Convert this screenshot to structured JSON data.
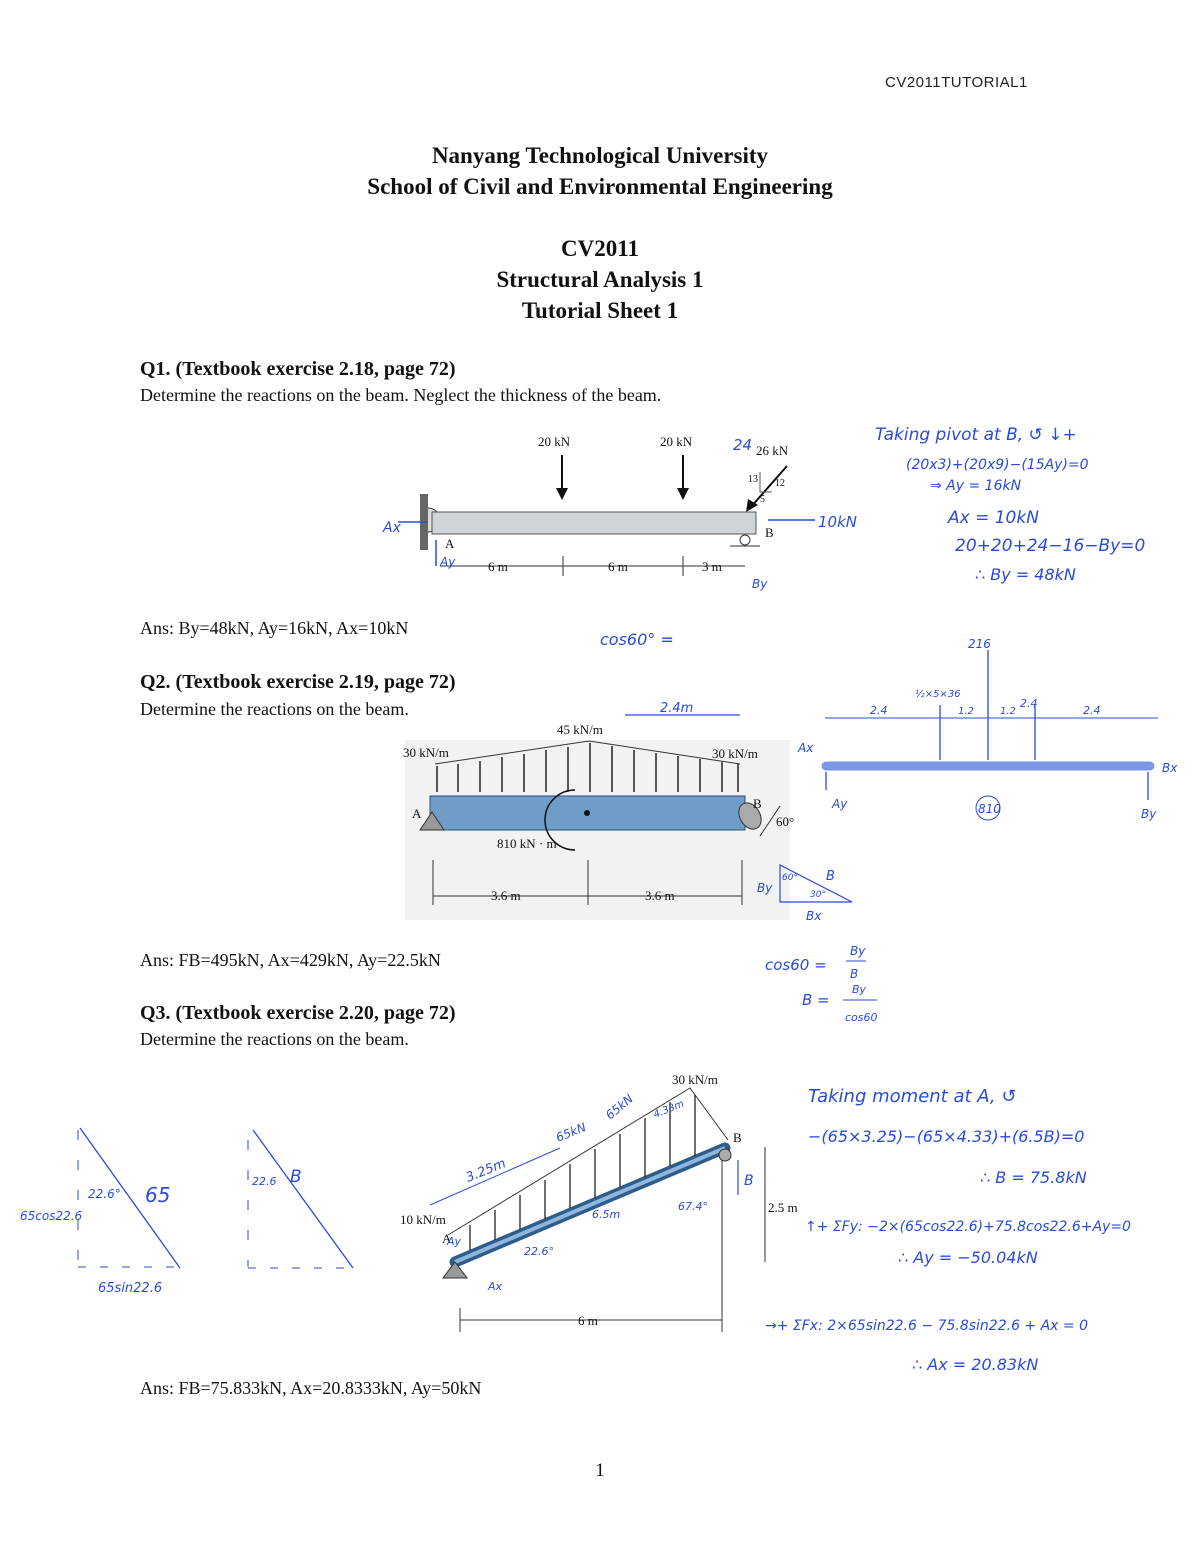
{
  "header": {
    "code": "CV2011TUTORIAL1"
  },
  "title": {
    "university": "Nanyang Technological University",
    "school": "School of Civil and Environmental Engineering",
    "course_code": "CV2011",
    "course_name": "Structural Analysis 1",
    "sheet": "Tutorial Sheet 1"
  },
  "questions": [
    {
      "heading": "Q1. (Textbook exercise 2.18, page 72)",
      "prompt": "Determine the reactions on the beam. Neglect the thickness of the beam.",
      "answer": "Ans: By=48kN, Ay=16kN, Ax=10kN",
      "figure": {
        "load1": "20 kN",
        "load2": "20 kN",
        "load3": "26 kN",
        "slope_13": "13",
        "slope_12": "12",
        "slope_5": "5",
        "label_a": "A",
        "label_b": "B",
        "dim1": "6 m",
        "dim2": "6 m",
        "dim3": "3 m"
      },
      "notes": {
        "ax_arrow": "Ax",
        "ay_arrow": "Ay",
        "by_arrow": "By",
        "force_10kn": "10kN",
        "num_24": "24",
        "line1": "Taking pivot at B, ↺ ↓+",
        "line2": "(20x3)+(20x9)−(15Ay)=0",
        "line3": "⇒ Ay = 16kN",
        "line4": "Ax = 10kN",
        "line5": "20+20+24−16−By=0",
        "line6": "∴ By = 48kN",
        "cos_note": "cos60° ="
      }
    },
    {
      "heading": "Q2. (Textbook exercise 2.19, page 72)",
      "prompt": "Determine the reactions on the beam.",
      "answer": "Ans: FB=495kN, Ax=429kN, Ay=22.5kN",
      "figure": {
        "w_left": "30 kN/m",
        "w_mid": "45 kN/m",
        "w_right": "30 kN/m",
        "moment": "810 kN · m",
        "angle": "60°",
        "label_a": "A",
        "label_b": "B",
        "dim1": "3.6 m",
        "dim2": "3.6 m",
        "span_note": "2.4m"
      },
      "notes": {
        "fbd_216": "216",
        "fbd_tri": "½×5×36",
        "d1": "2.4",
        "d2": "1.2",
        "d3": "1.2",
        "d4": "2.4",
        "d5": "2.4",
        "ax": "Ax",
        "ay": "Ay",
        "bx": "Bx",
        "by": "By",
        "moment": "810",
        "tri_b": "B",
        "tri_by": "By",
        "tri_bx": "Bx",
        "tri_60": "60°",
        "tri_30": "30°",
        "cos_line1_left": "cos60 =",
        "cos_line1_num": "By",
        "cos_line1_den": "B",
        "cos_line2_left": "B =",
        "cos_line2_num": "By",
        "cos_line2_den": "cos60"
      }
    },
    {
      "heading": "Q3. (Textbook exercise 2.20, page 72)",
      "prompt": "Determine the reactions on the beam.",
      "answer": "Ans: FB=75.833kN, Ax=20.8333kN, Ay=50kN",
      "figure": {
        "w_top": "30 kN/m",
        "w_bottom": "10 kN/m",
        "height": "2.5 m",
        "run": "6 m",
        "label_a": "A",
        "label_b": "B"
      },
      "notes": {
        "len_325": "3.25m",
        "len_65": "6.5m",
        "f1": "65kN",
        "f2": "65kN",
        "len_433": "4.33m",
        "angle_226": "22.6°",
        "angle_674": "67.4°",
        "b_arrow": "B",
        "ay": "Ay",
        "ax": "Ax",
        "tri1_65": "65",
        "tri1_angle": "22.6°",
        "tri1_cos": "65cos22.6",
        "tri1_sin": "65sin22.6",
        "tri2_angle": "22.6",
        "tri2_b": "B",
        "line1": "Taking moment at A, ↺",
        "line2": "−(65×3.25)−(65×4.33)+(6.5B)=0",
        "line3": "∴ B = 75.8kN",
        "line4": "↑+ ΣFy: −2×(65cos22.6)+75.8cos22.6+Ay=0",
        "line5": "∴ Ay = −50.04kN",
        "line6": "→+ ΣFx: 2×65sin22.6 − 75.8sin22.6 + Ax = 0",
        "line7": "∴ Ax = 20.83kN"
      }
    }
  ],
  "page_number": "1"
}
